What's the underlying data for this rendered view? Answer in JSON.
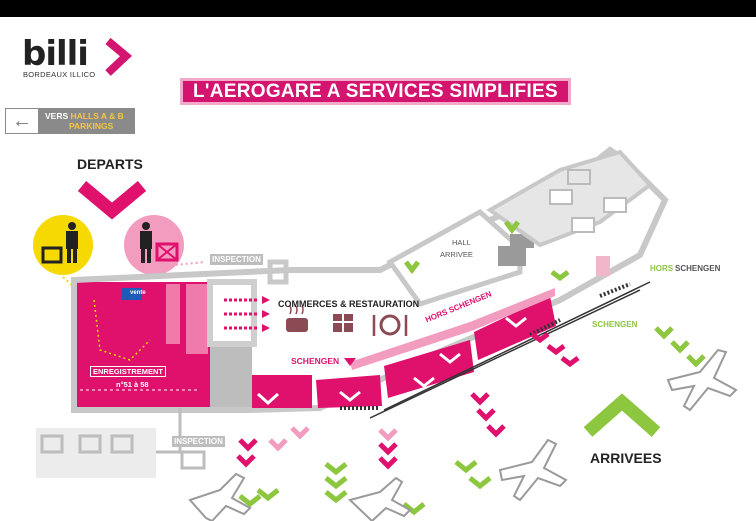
{
  "header": {
    "logo_word": "billi",
    "logo_tagline": "BORDEAUX ILLICO",
    "title": "L'AEROGARE A SERVICES SIMPLIFIES"
  },
  "nav": {
    "back_prefix": "VERS",
    "back_halls": "HALLS A & B",
    "back_parkings": "PARKINGS"
  },
  "map": {
    "departs": "DEPARTS",
    "arrivees": "ARRIVEES",
    "inspection_top": "INSPECTION",
    "inspection_bottom": "INSPECTION",
    "commerces": "COMMERCES & RESTAURATION",
    "schengen_center": "SCHENGEN",
    "hors_schengen_mid": "HORS SCHENGEN",
    "hors_schengen_right_a": "HORS",
    "hors_schengen_right_b": "SCHENGEN",
    "schengen_right": "SCHENGEN",
    "hall_arrivee_line1": "HALL",
    "hall_arrivee_line2": "ARRIVEE",
    "enregistrement": "ENREGISTREMENT",
    "counters": "n°51 à 58",
    "brand_tag": "vente"
  },
  "colors": {
    "magenta": "#e0106d",
    "pink_light": "#f29cc0",
    "green": "#8dc63f",
    "yellow": "#f5d900",
    "gray": "#bdbdbd",
    "title_bg": "#d4156f"
  },
  "icons": [
    "back-arrow-icon",
    "chevron-down-icon",
    "luggage-person-icon",
    "restricted-luggage-icon",
    "coffee-icon",
    "gift-icon",
    "restaurant-icon",
    "airplane-icon",
    "escalator-icon"
  ]
}
